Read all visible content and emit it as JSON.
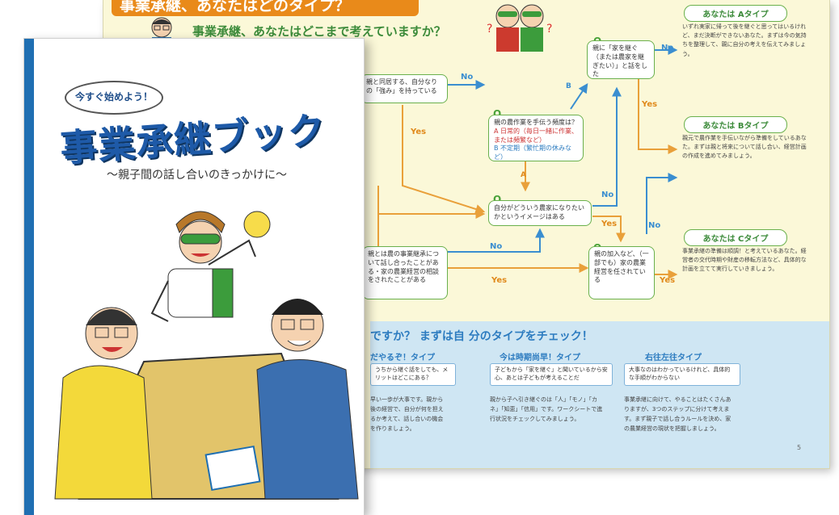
{
  "spread": {
    "banner": "事業承継、あなたはどのタイプ？",
    "question": "事業承継、あなたはどこまで考えていますか？",
    "q_mark": "Q",
    "q1": "親と同居する、自分なりの「強み」を持っている",
    "q2": "親の農作業を手伝う頻度は？",
    "q2_a": "A 日常的（毎日一緒に作業、または頻繁など）",
    "q2_b": "B 不定期（繁忙期の休みなど）",
    "q3": "自分がどういう農家になりたいかというイメージはある",
    "q4": "親とは農の事業継承について話し合ったことがある・家の農業経営の相談をされたことがある",
    "q5": "親に「家を継ぐ（または農家を継ぎたい）」と話をした",
    "q6": "親の加入など、（一部でも）家の農業経営を任されている",
    "yes": "Yes",
    "no": "No",
    "label_a": "A",
    "label_b": "B",
    "page_number": "5",
    "types": [
      {
        "head": "あなたは Aタイプ",
        "body": "いずれ実家に帰って後を継ぐと思ってはいるけれど、まだ決断ができないあなた。まずは今の気持ちを整理して、親に自分の考えを伝えてみましょう。"
      },
      {
        "head": "あなたは Bタイプ",
        "body": "親元で農作業を手伝いながら準備をしているあなた。まずは親と将来について話し合い、経営計画の作成を進めてみましょう。"
      },
      {
        "head": "あなたは Cタイプ",
        "body": "事業承継の準備は順調！と考えているあなた。経営者の交代時期や財産の移転方法など、具体的な計画を立てて実行していきましょう。"
      }
    ],
    "lower_title": "ですか？ まずは自 分のタイプをチェック！",
    "lower_types": [
      {
        "name": "だやるぞ！タイプ",
        "box": "うちから継ぐ話をしても、メリットはどこにある？",
        "body": "早い一歩が大事です。親から後の経営で、自分が何を担えるか考えて、話し合いの機会を作りましょう。"
      },
      {
        "name": "今は時期尚早！タイプ",
        "box": "子どもから「家を継ぐ」と聞いているから安心、あとは子どもが考えることだ",
        "body": "親から子へ引き継ぐのは「人」「モノ」「カネ」「知恵」「信用」です。ワークシートで進行状況をチェックしてみましょう。"
      },
      {
        "name": "右往左往タイプ",
        "box": "大事なのはわかっているけれど、具体的な手順がわからない",
        "body": "事業承継に向けて、やることはたくさんありますが、3つのステップに分けて考えます。まず親子で話し合うルールを決め、家の農業経営の現状を把握しましょう。"
      }
    ]
  },
  "cover": {
    "bubble": "今すぐ始めよう！",
    "title": "事業承継ブック",
    "subtitle": "〜親子間の話し合いのきっかけに〜"
  }
}
